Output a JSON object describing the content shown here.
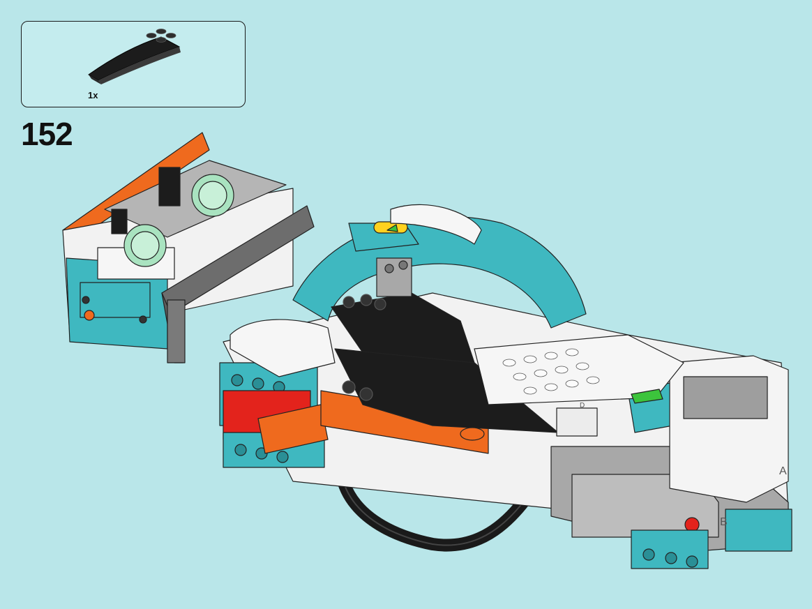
{
  "step": {
    "number": "152"
  },
  "parts": [
    {
      "quantity": "1x",
      "icon": "black-curved-slope-brick-icon",
      "color": "#1c1c1c"
    }
  ],
  "hub": {
    "port_a": "A",
    "port_b": "B",
    "port_d": "D"
  },
  "colors": {
    "background": "#b9e6e9",
    "teal": "#3fb8c0",
    "white": "#f4f4f4",
    "black": "#1c1c1c",
    "orange": "#ef6a1e",
    "gray": "#a8a8a8",
    "green": "#3cc43c",
    "red": "#e3231c"
  }
}
